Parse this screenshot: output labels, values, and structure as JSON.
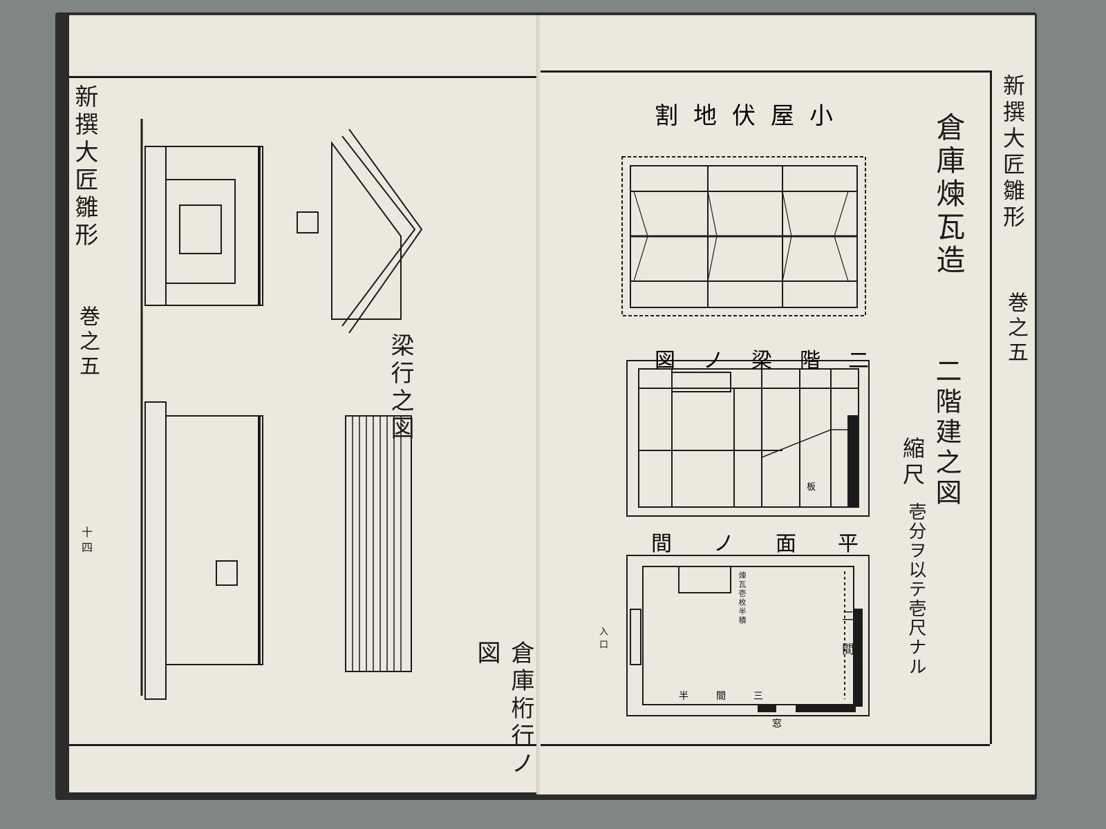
{
  "left_page": {
    "margin_title": "新撰大匠雛形",
    "margin_volume": "巻之五",
    "page_number": "十四",
    "label_beam_direction": "梁行之図",
    "label_warehouse_girder": "倉庫桁行ノ図"
  },
  "right_page": {
    "margin_title": "新撰大匠雛形",
    "margin_volume": "巻之五",
    "header": "小屋伏地割",
    "title": "倉庫煉瓦造",
    "subtitle": "二階建之図",
    "scale_label": "縮尺",
    "scale_text": "壱分ヲ以テ壱尺ナル",
    "label_second_floor_beams": "二階梁ノ図",
    "label_floor_plan": "平面ノ間",
    "plan_wall_note": "煉瓦壱枚半積",
    "plan_dim_depth": "二間",
    "plan_dim_width": "三間半",
    "plan_window": "窓",
    "plan_entrance": "入口",
    "plan_board": "板"
  }
}
